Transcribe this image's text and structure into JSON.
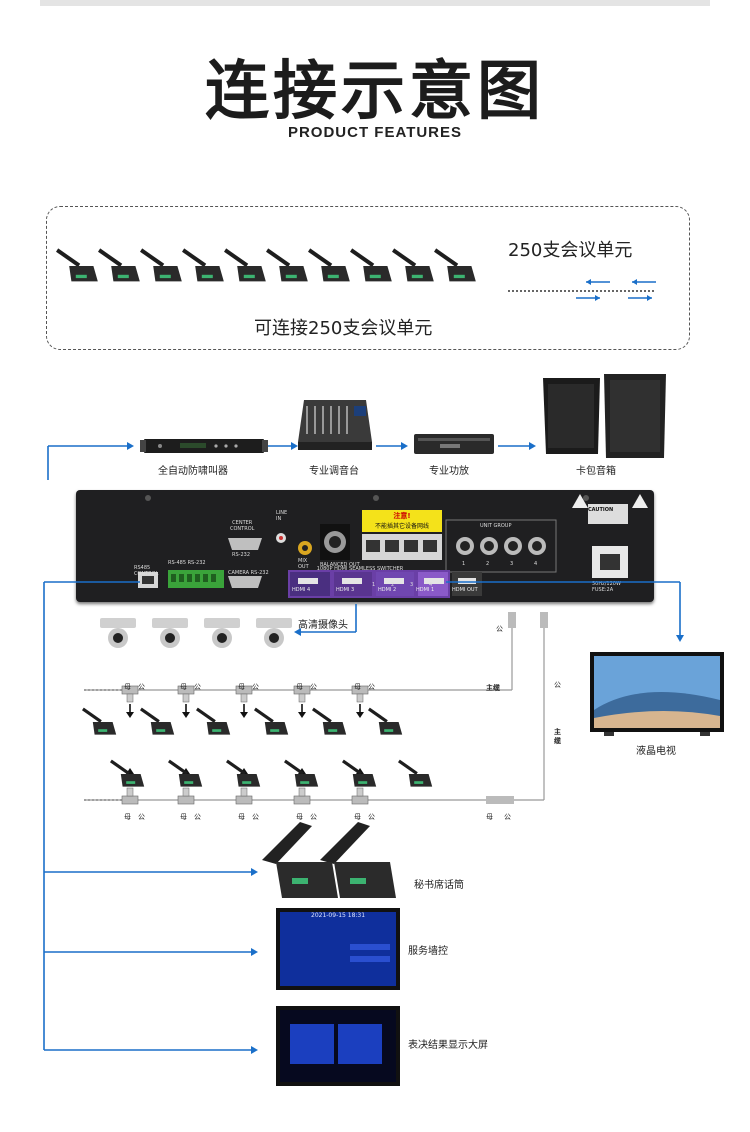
{
  "header": {
    "title": "连接示意图",
    "subtitle": "PRODUCT   FEATURES"
  },
  "capacity": {
    "unit_label": "250支会议单元",
    "connect_label": "可连接250支会议单元"
  },
  "chain": {
    "feedback": "全自动防啸叫器",
    "mixer": "专业调音台",
    "amp": "专业功放",
    "speaker": "卡包音箱"
  },
  "panel": {
    "warning_line1": "注意!",
    "warning_line2": "不能插其它设备网线",
    "rs485": "RS485\nCONTROL",
    "center_control": "CENTER\nCONTROL",
    "rs232": "RS-232",
    "camera_rs232": "CAMERA RS-232",
    "line_in": "LINE\nIN",
    "mix_out": "MIX\nOUT",
    "balanced": "BALANCED OUT",
    "rs485_232": "RS-485  RS-232",
    "unit_group": "UNIT GROUP",
    "switcher": "1080P HDMI SEAMLESS SWITCHER",
    "hdmi": [
      "HDMI 4",
      "HDMI 3",
      "HDMI 2",
      "HDMI 1",
      "HDMI OUT"
    ],
    "ports": [
      "1",
      "2",
      "3",
      "4"
    ],
    "unit_ports": [
      "1",
      "2",
      "3",
      "4"
    ],
    "caution": "CAUTION",
    "power": "50Hz/120W\nFUSE:2A"
  },
  "camera_label": "高清摄像头",
  "tv_label": "液晶电视",
  "cable": {
    "female": "母",
    "male": "公",
    "trunk": "主缆"
  },
  "secretary_label": "秘书席话筒",
  "service_label": "服务墙控",
  "result_label": "表决结果显示大屏",
  "service_screen": {
    "time": "2021-09-15  18:31"
  },
  "colors": {
    "arrow": "#1a6fc9",
    "title": "#1c1c1c",
    "panel": "#1f1f21",
    "warning": "#f4e21a",
    "hdmi": "#6a3fa6"
  }
}
